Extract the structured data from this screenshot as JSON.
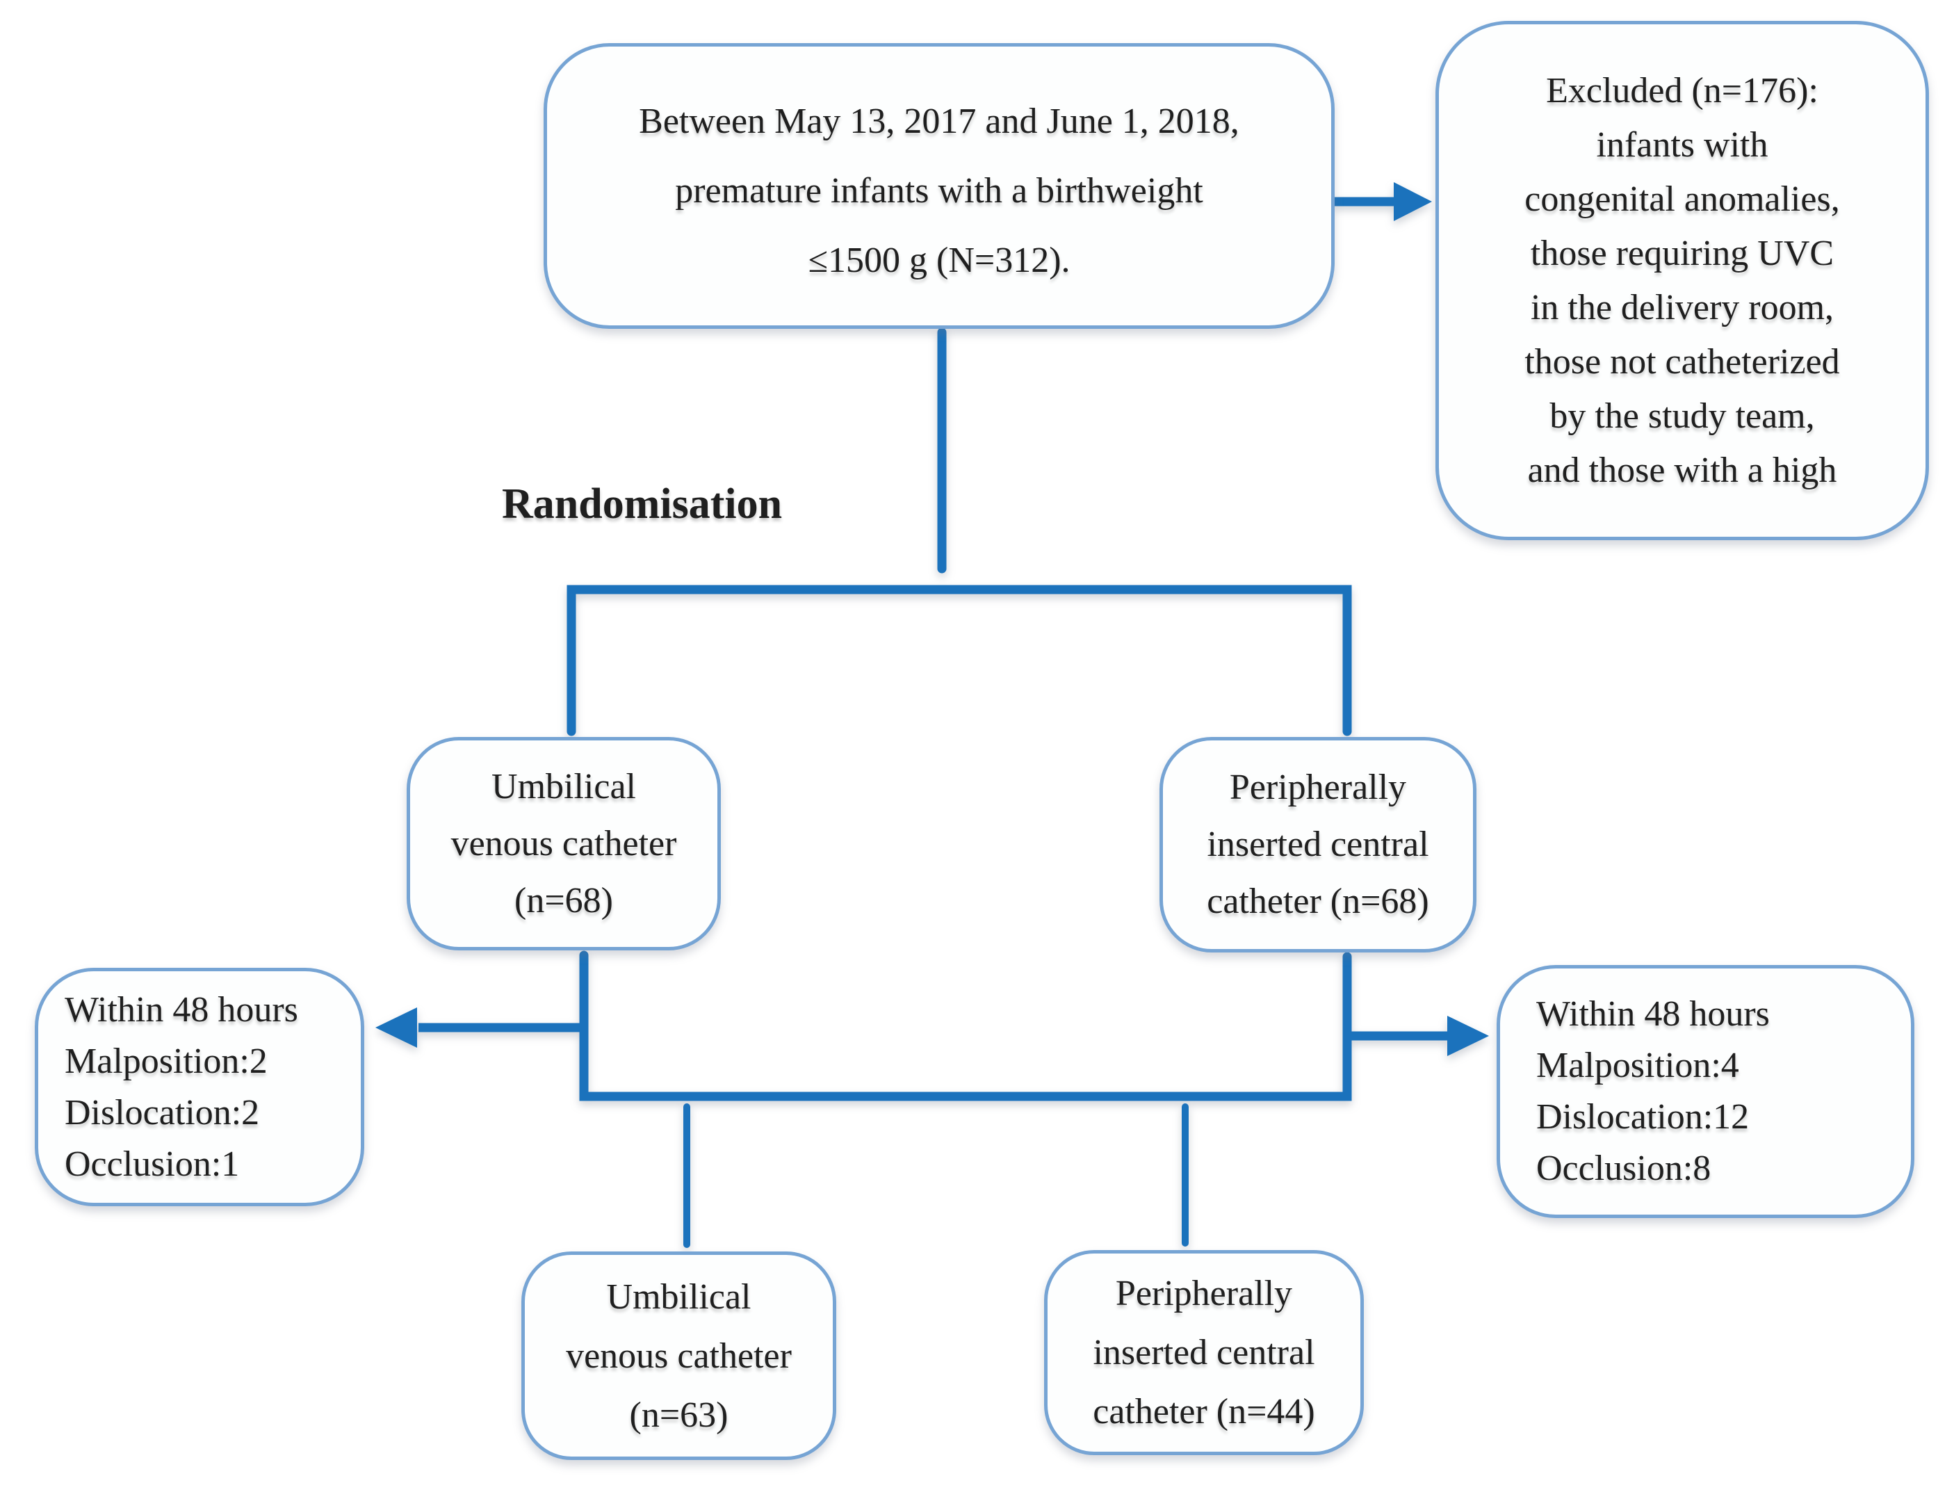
{
  "colors": {
    "connector_blue": "#1b72bc",
    "box_border_blue": "#76a4d4",
    "text_color": "#1f1f1f"
  },
  "labels": {
    "randomisation": "Randomisation"
  },
  "boxes": {
    "enrollment": {
      "lines": [
        "Between May 13, 2017 and June 1, 2018,",
        "premature infants with a birthweight",
        "≤1500 g (N=312)."
      ]
    },
    "excluded": {
      "lines": [
        "Excluded (n=176):",
        "infants with",
        "congenital anomalies,",
        "those requiring UVC",
        "in the delivery room,",
        "those not catheterized",
        "by the study team,",
        "and those with a high"
      ]
    },
    "uvc_randomized": {
      "lines": [
        "Umbilical",
        "venous catheter",
        "(n=68)"
      ]
    },
    "picc_randomized": {
      "lines": [
        "Peripherally",
        "inserted central",
        "catheter (n=68)"
      ]
    },
    "uvc_within_48h": {
      "lines": [
        "Within 48 hours",
        "Malposition:2",
        "Dislocation:2",
        "Occlusion:1"
      ]
    },
    "picc_within_48h": {
      "lines": [
        "Within 48 hours",
        "Malposition:4",
        "Dislocation:12",
        "Occlusion:8"
      ]
    },
    "uvc_completed": {
      "lines": [
        "Umbilical",
        "venous catheter",
        "(n=63)"
      ]
    },
    "picc_completed": {
      "lines": [
        "Peripherally",
        "inserted central",
        "catheter (n=44)"
      ]
    }
  }
}
